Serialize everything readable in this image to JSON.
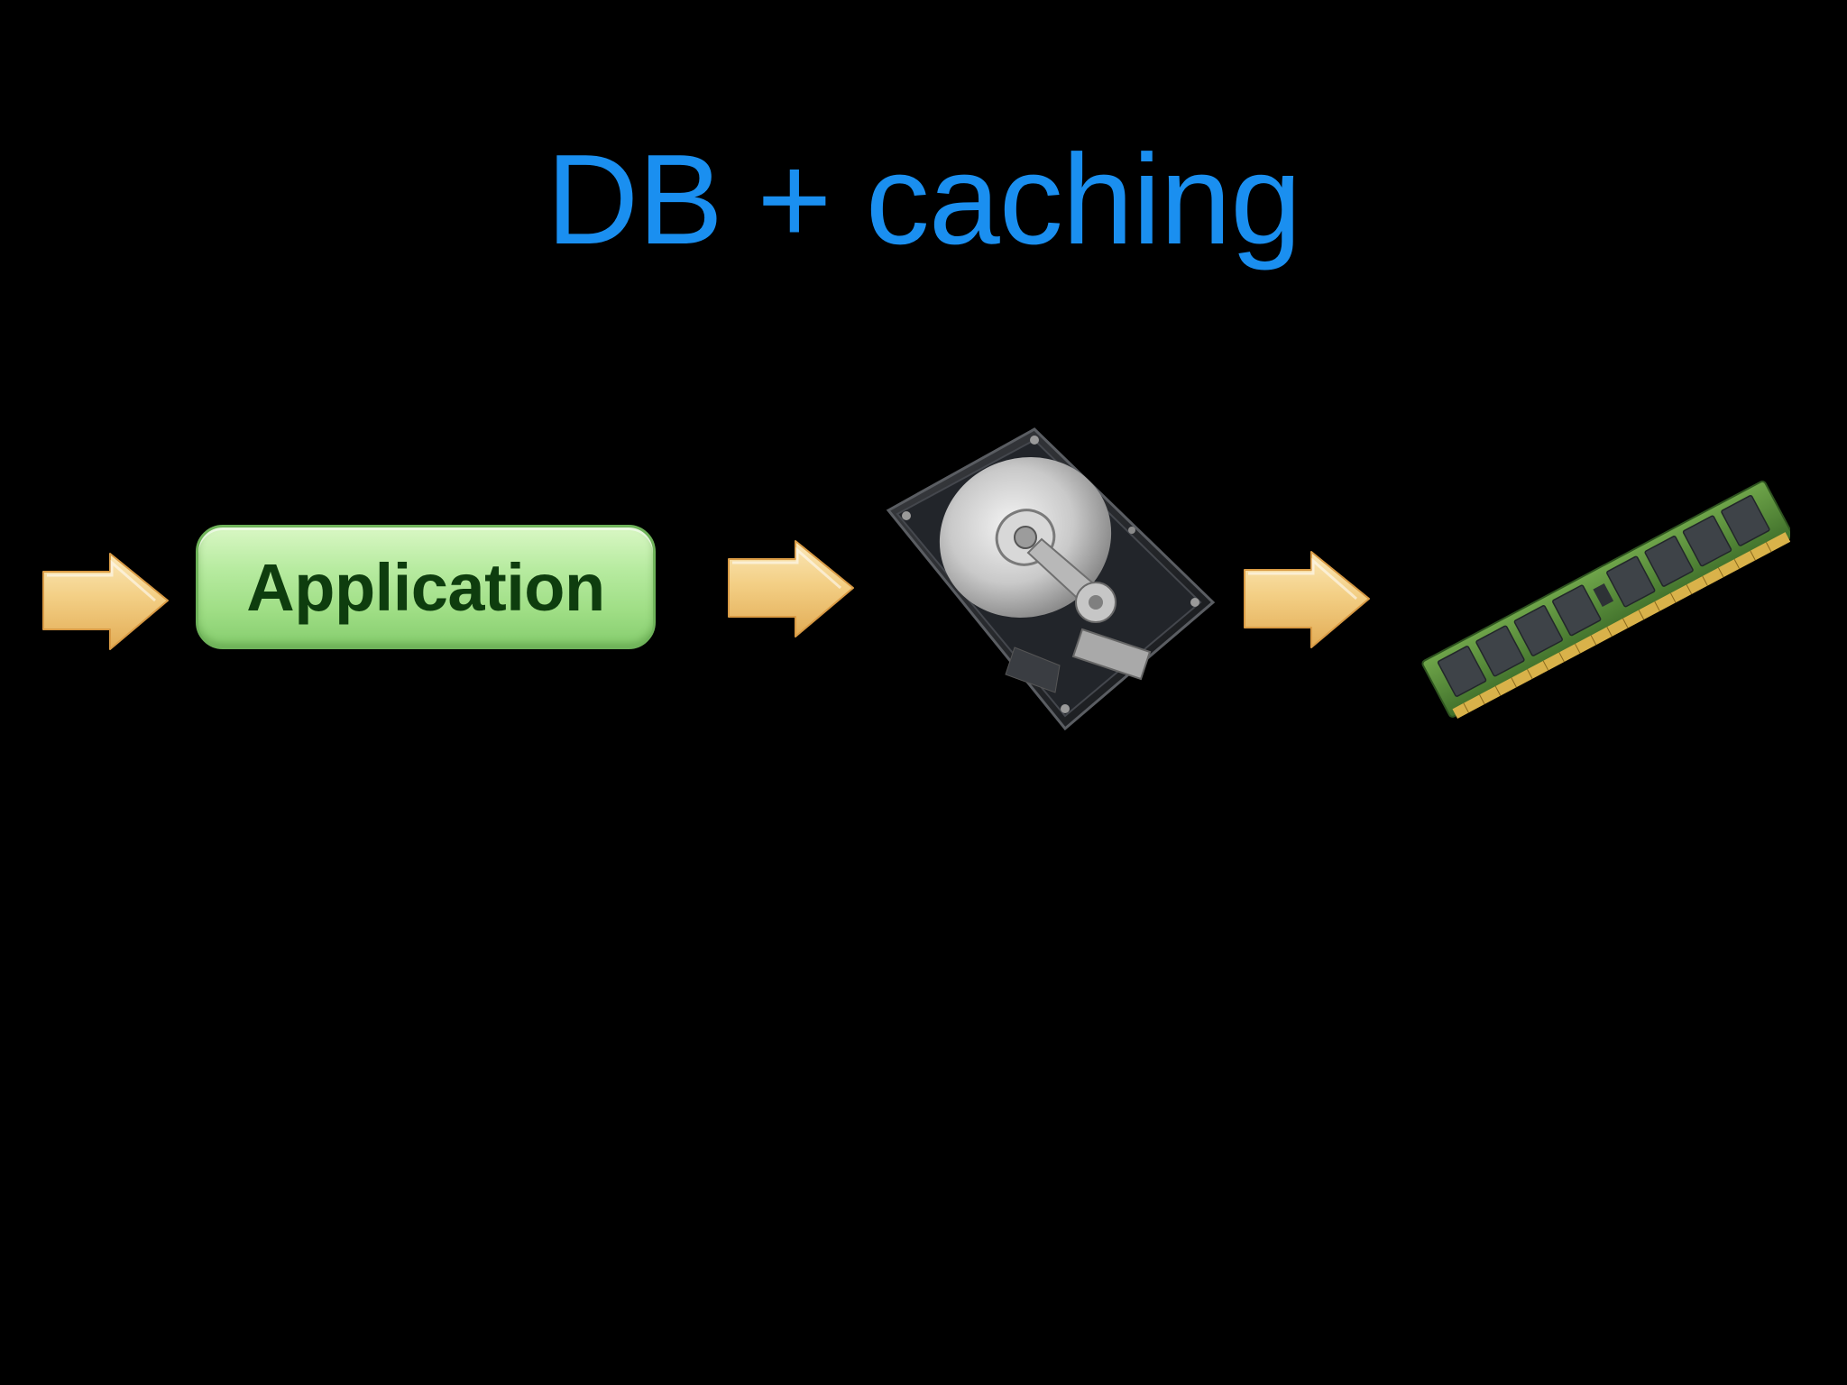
{
  "slide": {
    "title": "DB + caching",
    "title_color": "#1a8ff0",
    "background": "#000000"
  },
  "diagram": {
    "nodes": [
      {
        "id": "application",
        "label": "Application",
        "kind": "box",
        "fill": "#a8e290",
        "text_color": "#0e3d0e"
      },
      {
        "id": "database",
        "kind": "image",
        "icon": "hard-drive-icon"
      },
      {
        "id": "cache",
        "kind": "image",
        "icon": "ram-stick-icon"
      }
    ],
    "edges": [
      {
        "from": "input",
        "to": "application"
      },
      {
        "from": "application",
        "to": "database"
      },
      {
        "from": "database",
        "to": "cache"
      }
    ],
    "arrow_color": "#f4cf83"
  }
}
